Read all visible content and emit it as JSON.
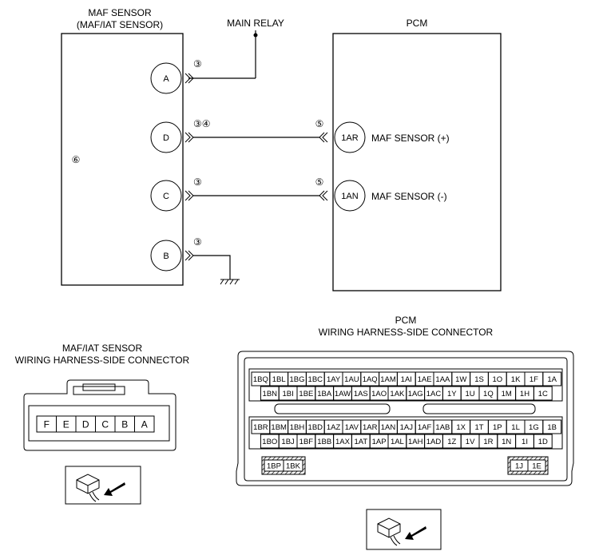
{
  "schematic": {
    "maf_sensor_title": "MAF SENSOR",
    "maf_sensor_subtitle": "(MAF/IAT SENSOR)",
    "main_relay": "MAIN RELAY",
    "pcm_title": "PCM",
    "note_6": "⑥",
    "maf_pins": [
      {
        "pin": "A",
        "notes": "③"
      },
      {
        "pin": "D",
        "notes": "③④"
      },
      {
        "pin": "C",
        "notes": "③"
      },
      {
        "pin": "B",
        "notes": "③"
      }
    ],
    "pcm_pins": [
      {
        "pin": "1AR",
        "note": "⑤",
        "signal": "MAF SENSOR (+)"
      },
      {
        "pin": "1AN",
        "note": "⑤",
        "signal": "MAF SENSOR (-)"
      }
    ]
  },
  "maf_connector": {
    "title": "MAF/IAT SENSOR",
    "subtitle": "WIRING HARNESS-SIDE CONNECTOR",
    "terminals": [
      "F",
      "E",
      "D",
      "C",
      "B",
      "A"
    ]
  },
  "pcm_connector": {
    "title": "PCM",
    "subtitle": "WIRING HARNESS-SIDE CONNECTOR",
    "rows": [
      [
        "1BQ",
        "1BL",
        "1BG",
        "1BC",
        "1AY",
        "1AU",
        "1AQ",
        "1AM",
        "1AI",
        "1AE",
        "1AA",
        "1W",
        "1S",
        "1O",
        "1K",
        "1F",
        "1A"
      ],
      [
        "1BN",
        "1BI",
        "1BE",
        "1BA",
        "1AW",
        "1AS",
        "1AO",
        "1AK",
        "1AG",
        "1AC",
        "1Y",
        "1U",
        "1Q",
        "1M",
        "1H",
        "1C"
      ],
      [
        "1BR",
        "1BM",
        "1BH",
        "1BD",
        "1AZ",
        "1AV",
        "1AR",
        "1AN",
        "1AJ",
        "1AF",
        "1AB",
        "1X",
        "1T",
        "1P",
        "1L",
        "1G",
        "1B"
      ],
      [
        "1BO",
        "1BJ",
        "1BF",
        "1BB",
        "1AX",
        "1AT",
        "1AP",
        "1AL",
        "1AH",
        "1AD",
        "1Z",
        "1V",
        "1R",
        "1N",
        "1I",
        "1D"
      ]
    ],
    "hatched_left": [
      "1BP",
      "1BK"
    ],
    "hatched_right": [
      "1J",
      "1E"
    ]
  }
}
